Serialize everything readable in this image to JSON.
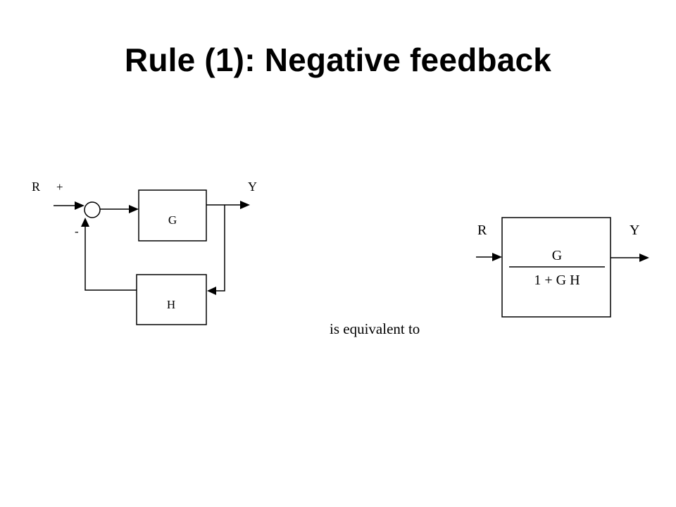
{
  "slide": {
    "title": "Rule (1): Negative feedback"
  },
  "left_diagram": {
    "input_label": "R",
    "plus_sign": "+",
    "minus_sign": "-",
    "output_label": "Y",
    "forward_block": "G",
    "feedback_block": "H"
  },
  "connector": {
    "text": "is equivalent to"
  },
  "right_diagram": {
    "input_label": "R",
    "output_label": "Y",
    "numerator": "G",
    "denominator": "1 + G H"
  }
}
